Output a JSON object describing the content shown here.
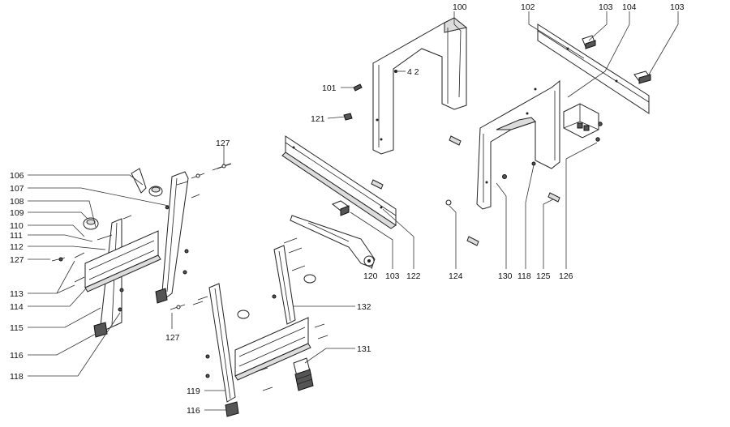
{
  "labels": {
    "p100": "100",
    "p101": "101",
    "p102": "102",
    "p103a": "103",
    "p104": "104",
    "p103b": "103",
    "p42": "4 2",
    "p121": "121",
    "p127a": "127",
    "p106": "106",
    "p107": "107",
    "p108": "108",
    "p109": "109",
    "p110": "110",
    "p111": "111",
    "p112": "112",
    "p127b": "127",
    "p113": "113",
    "p114": "114",
    "p115": "115",
    "p116a": "116",
    "p118a": "118",
    "p127c": "127",
    "p119": "119",
    "p116b": "116",
    "p132": "132",
    "p131": "131",
    "p120": "120",
    "p103c": "103",
    "p122": "122",
    "p124": "124",
    "p130": "130",
    "p118b": "118",
    "p125": "125",
    "p126": "126"
  }
}
